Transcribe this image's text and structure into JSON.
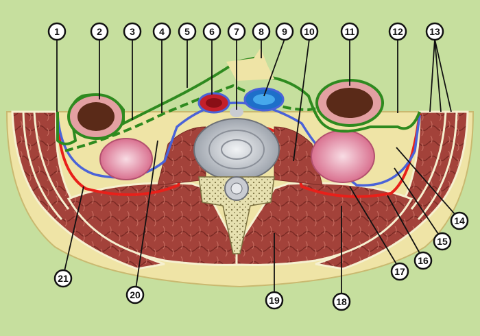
{
  "colors": {
    "background": "#c6df9e",
    "fat": "#efe4a6",
    "muscle": "#a3423a",
    "muscle_dark": "#7a2a24",
    "fascia_green": "#2e8a1f",
    "fascia_red": "#e8201a",
    "fascia_blue": "#4a63d8",
    "kidney": "#e69ab0",
    "bowel_content": "#5a2a18",
    "bone": "#c9ccd2",
    "artery": "#c4202a",
    "vein": "#1e6fc9"
  },
  "callouts": [
    {
      "id": "c1",
      "text": "1"
    },
    {
      "id": "c2",
      "text": "2"
    },
    {
      "id": "c3",
      "text": "3"
    },
    {
      "id": "c4",
      "text": "4"
    },
    {
      "id": "c5",
      "text": "5"
    },
    {
      "id": "c6",
      "text": "6"
    },
    {
      "id": "c7",
      "text": "7"
    },
    {
      "id": "c8",
      "text": "8"
    },
    {
      "id": "c9",
      "text": "9"
    },
    {
      "id": "c10",
      "text": "10"
    },
    {
      "id": "c11",
      "text": "11"
    },
    {
      "id": "c12",
      "text": "12"
    },
    {
      "id": "c13",
      "text": "13"
    },
    {
      "id": "c14",
      "text": "14"
    },
    {
      "id": "c15",
      "text": "15"
    },
    {
      "id": "c16",
      "text": "16"
    },
    {
      "id": "c17",
      "text": "17"
    },
    {
      "id": "c18",
      "text": "18"
    },
    {
      "id": "c19",
      "text": "19"
    },
    {
      "id": "c20",
      "text": "20"
    },
    {
      "id": "c21",
      "text": "21"
    }
  ]
}
